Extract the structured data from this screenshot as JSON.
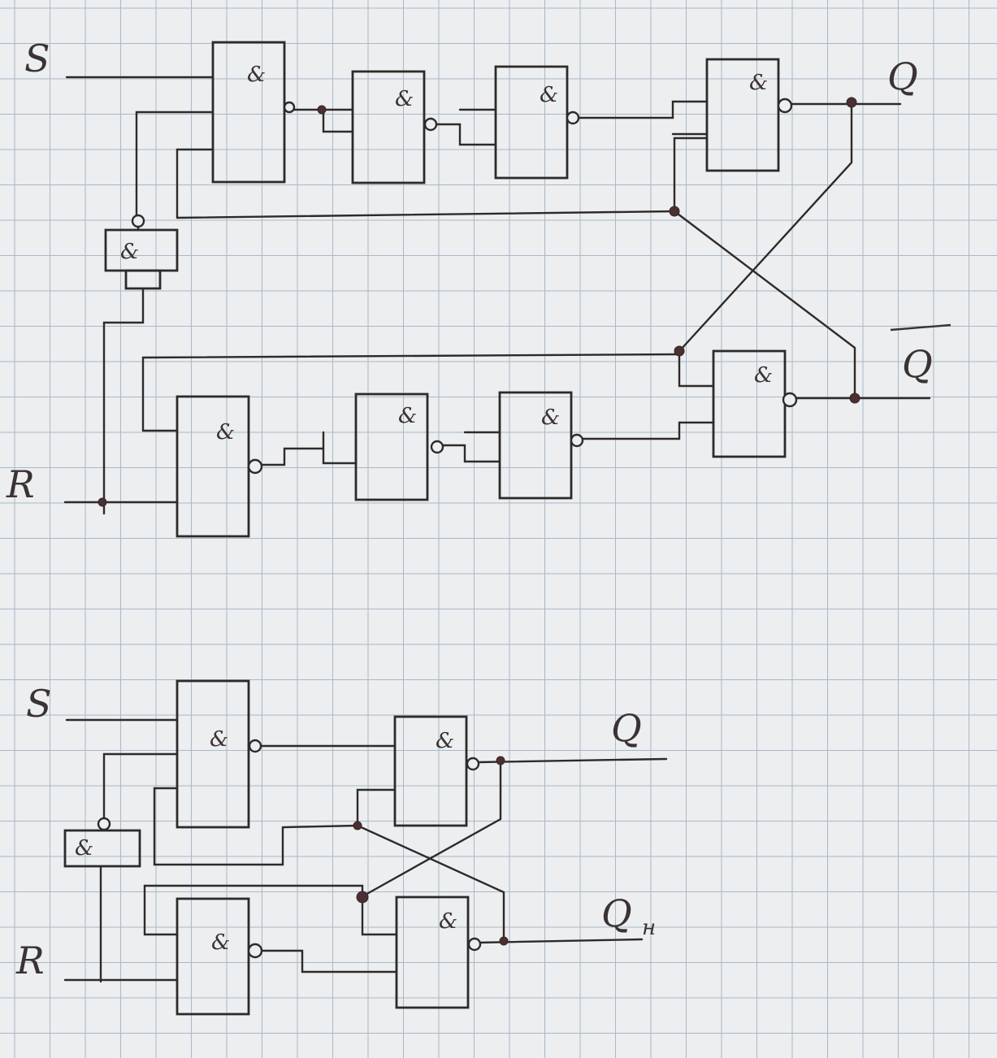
{
  "diagram1": {
    "labels": {
      "s": "S",
      "r": "R",
      "q": "Q",
      "q_bar": "Q"
    },
    "gates": {
      "s1": "&",
      "s2": "&",
      "s3": "&",
      "qg": "&",
      "mid": "&",
      "r1": "&",
      "r2": "&",
      "r3": "&",
      "qbg": "&"
    }
  },
  "diagram2": {
    "labels": {
      "s": "S",
      "r": "R",
      "q": "Q",
      "qn": "Q",
      "qn_sub": "н"
    },
    "gates": {
      "sg": "&",
      "mid": "&",
      "qg": "&",
      "rg": "&",
      "qng": "&"
    }
  },
  "colors": {
    "paper": "#eceeef",
    "grid": "#a9b8c9",
    "ink": "#2b2b2b"
  }
}
